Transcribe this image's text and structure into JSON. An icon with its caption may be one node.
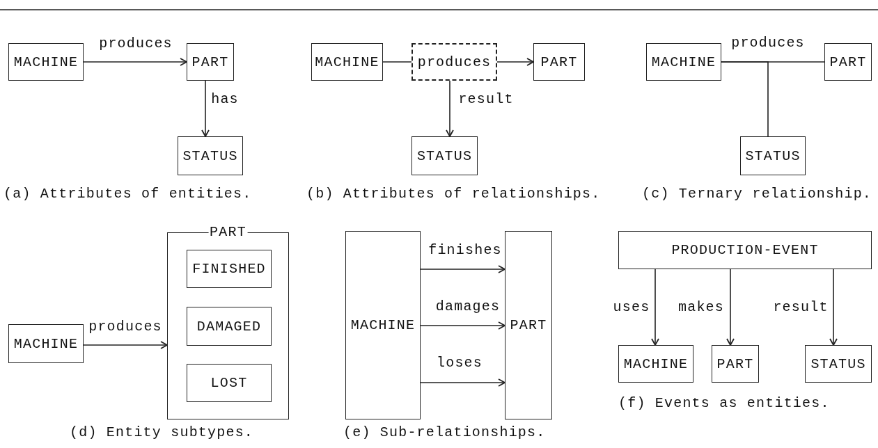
{
  "diagram": {
    "nodes": [
      {
        "text": [
          "MACHINE"
        ]
      },
      {
        "text": [
          "PART"
        ]
      },
      {
        "text": [
          "STATUS"
        ]
      },
      {
        "text": [
          "MACHINE"
        ]
      },
      {
        "text": [
          "produces"
        ]
      },
      {
        "text": [
          "PART"
        ]
      },
      {
        "text": [
          "STATUS"
        ]
      },
      {
        "text": [
          "MACHINE"
        ]
      },
      {
        "text": [
          "PART"
        ]
      },
      {
        "text": [
          "STATUS"
        ]
      },
      {
        "text": [
          "MACHINE"
        ]
      },
      {
        "text": [
          "PART"
        ]
      },
      {
        "text": [
          "FINISHED"
        ],
        "in": 11
      },
      {
        "text": [
          "DAMAGED"
        ],
        "in": 11
      },
      {
        "text": [
          "LOST"
        ],
        "in": 11
      },
      {
        "text": [
          "MACHINE"
        ]
      },
      {
        "text": [
          "PART"
        ]
      },
      {
        "text": [
          "PRODUCTION-EVENT"
        ]
      },
      {
        "text": [
          "MACHINE"
        ]
      },
      {
        "text": [
          "PART"
        ]
      },
      {
        "text": [
          "STATUS"
        ]
      }
    ],
    "edges": [
      {
        "from": 0,
        "to": 1,
        "arrow": "to",
        "label": "produces"
      },
      {
        "from": 1,
        "to": 2,
        "arrow": "to",
        "label": "has"
      },
      {
        "from": 3,
        "to": 4,
        "arrow": "none"
      },
      {
        "from": 4,
        "to": 5,
        "arrow": "to"
      },
      {
        "from": 4,
        "to": 6,
        "arrow": "to",
        "label": "result"
      },
      {
        "from": 7,
        "to": 8,
        "arrow": "none",
        "label": "produces"
      },
      {
        "from": 7,
        "to": 9,
        "arrow": "none"
      },
      {
        "from": 10,
        "to": 11,
        "arrow": "to",
        "label": "produces"
      },
      {
        "from": 15,
        "to": 16,
        "arrow": "to",
        "label": "finishes"
      },
      {
        "from": 15,
        "to": 16,
        "arrow": "to",
        "label": "damages"
      },
      {
        "from": 15,
        "to": 16,
        "arrow": "to",
        "label": "loses"
      },
      {
        "from": 17,
        "to": 18,
        "arrow": "to",
        "label": "uses"
      },
      {
        "from": 17,
        "to": 19,
        "arrow": "to",
        "label": "makes"
      },
      {
        "from": 17,
        "to": 20,
        "arrow": "to",
        "label": "result"
      }
    ],
    "labels": [
      "(a) Attributes of entities.",
      "(b) Attributes of relationships.",
      "(c) Ternary relationship.",
      "(d) Entity subtypes.",
      "(e) Sub-relationships.",
      "(f) Events as entities."
    ]
  }
}
